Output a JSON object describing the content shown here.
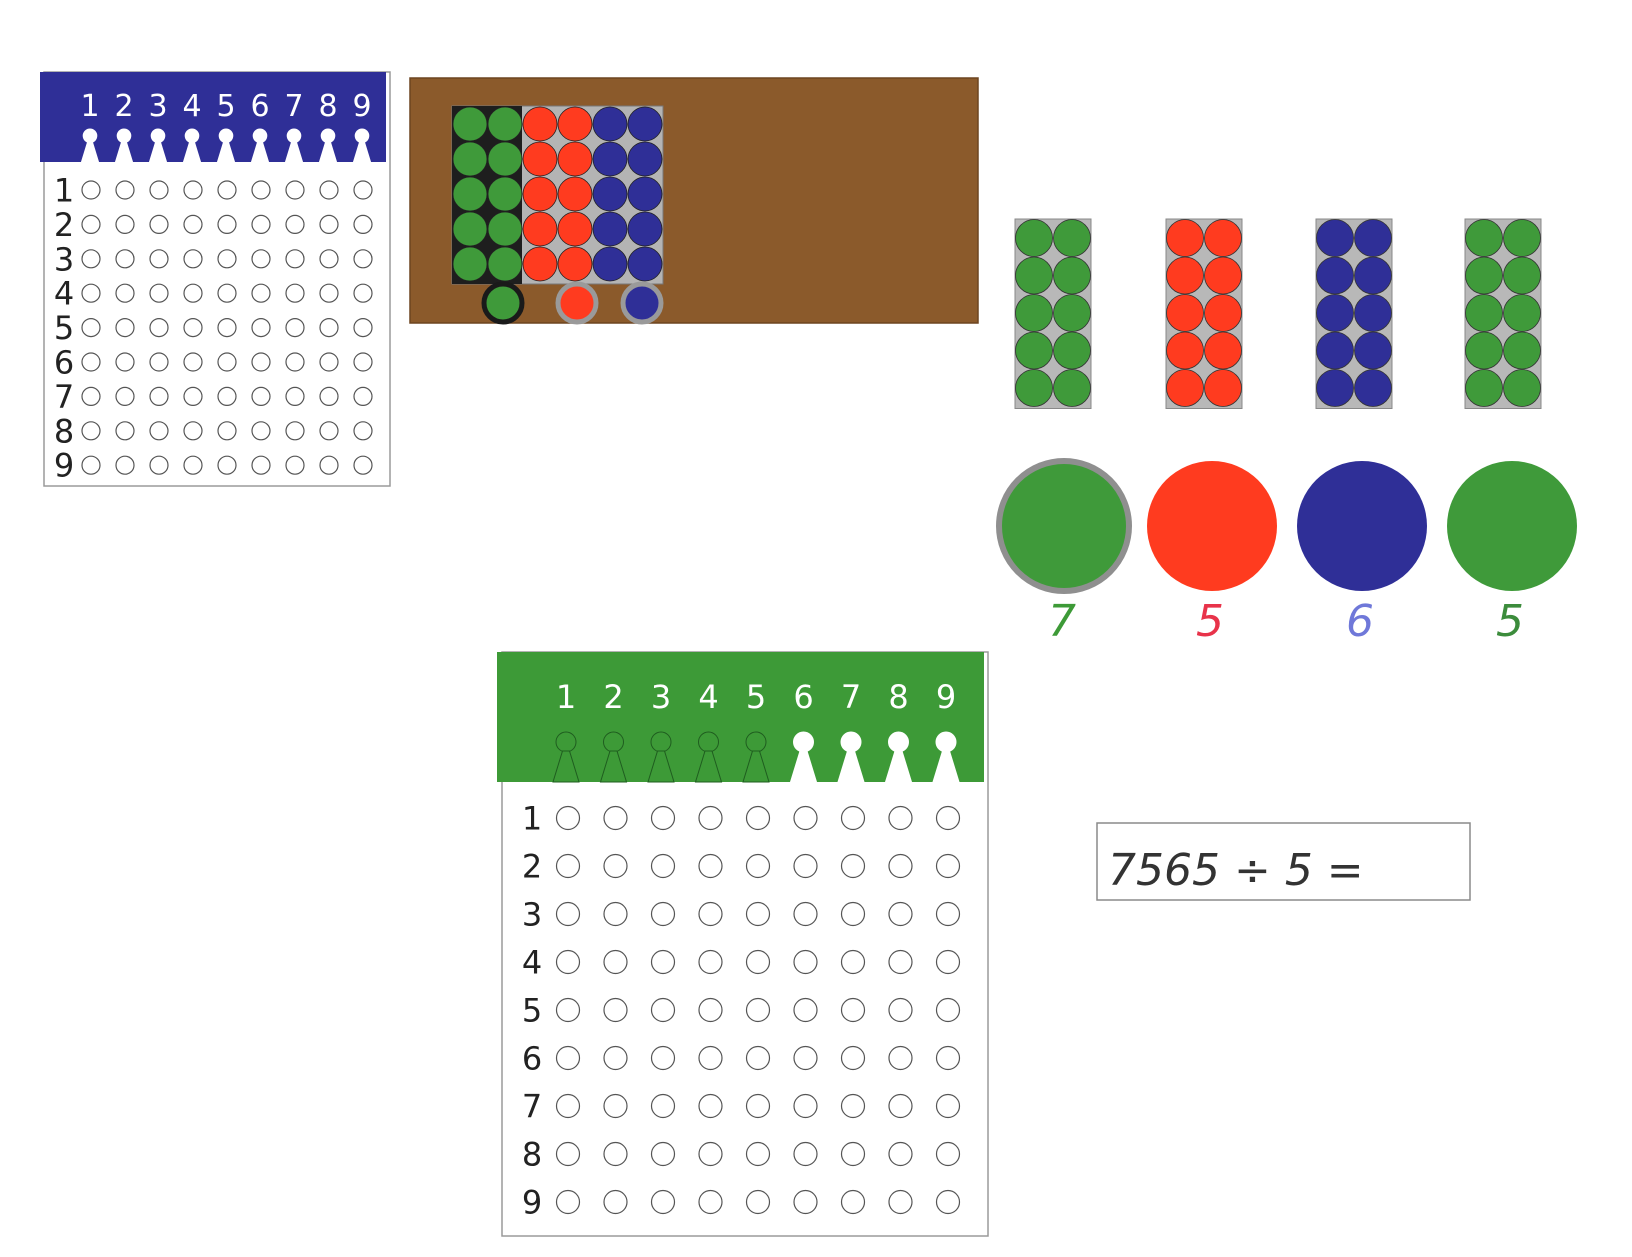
{
  "colors": {
    "board_blue": "#2f2f97",
    "board_green": "#3d9a37",
    "tray_brown": "#8b5a2b",
    "bead_green": "#3f9a3a",
    "bead_red": "#ff3b1f",
    "bead_blue": "#2f2f97",
    "label_green": "#3d9a37",
    "label_red": "#e8334a",
    "label_blue": "#6f78d9",
    "label_dark_green": "#3c8c3c"
  },
  "small_board": {
    "column_labels": [
      "1",
      "2",
      "3",
      "4",
      "5",
      "6",
      "7",
      "8",
      "9"
    ],
    "row_labels": [
      "1",
      "2",
      "3",
      "4",
      "5",
      "6",
      "7",
      "8",
      "9"
    ]
  },
  "large_board": {
    "column_labels": [
      "1",
      "2",
      "3",
      "4",
      "5",
      "6",
      "7",
      "8",
      "9"
    ],
    "row_labels": [
      "1",
      "2",
      "3",
      "4",
      "5",
      "6",
      "7",
      "8",
      "9"
    ],
    "placed_skittles": 5
  },
  "tray": {
    "tube_columns": [
      {
        "color": "green",
        "beads": 10
      },
      {
        "color": "red",
        "beads": 10
      },
      {
        "color": "blue",
        "beads": 10
      }
    ],
    "loose_beads": [
      "green",
      "red",
      "blue"
    ]
  },
  "bead_stacks": [
    {
      "color": "green",
      "beads": 10
    },
    {
      "color": "red",
      "beads": 10
    },
    {
      "color": "blue",
      "beads": 10
    },
    {
      "color": "green",
      "beads": 10
    }
  ],
  "digit_discs": [
    {
      "color": "green",
      "label": "7"
    },
    {
      "color": "red",
      "label": "5"
    },
    {
      "color": "blue",
      "label": "6"
    },
    {
      "color": "green",
      "label": "5"
    }
  ],
  "equation": {
    "text": "7565 ÷ 5 ="
  }
}
